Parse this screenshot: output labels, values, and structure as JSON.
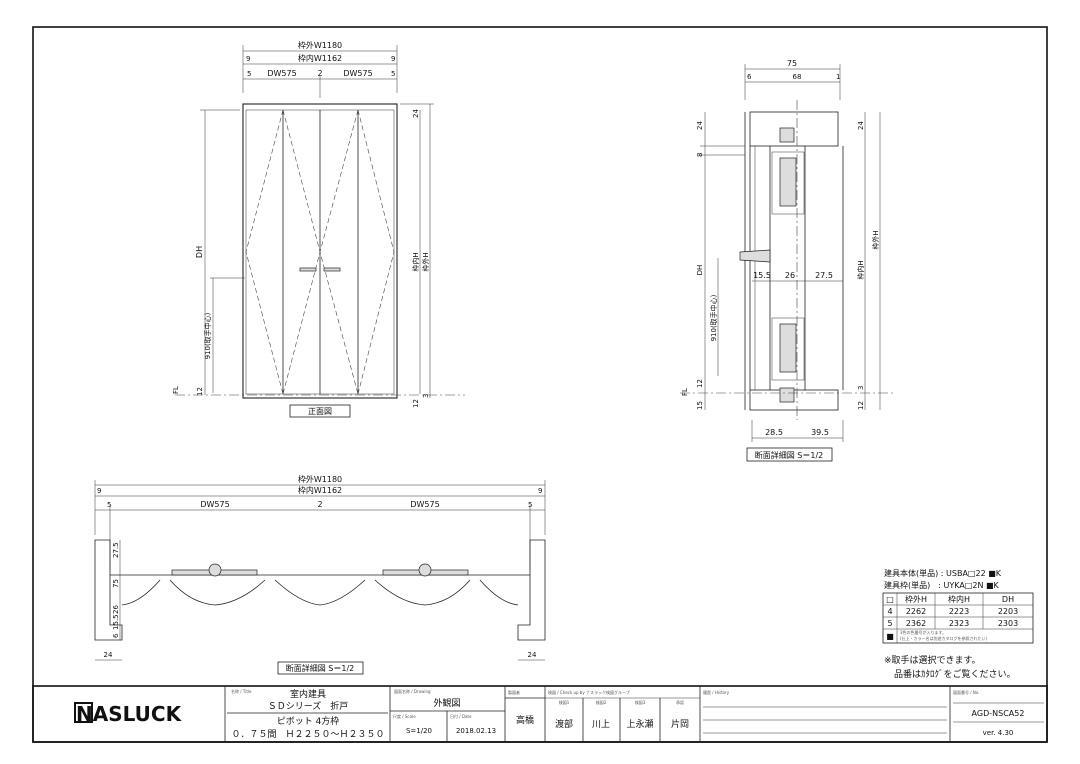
{
  "front_view": {
    "label": "正面図",
    "dim_outer_w": "枠外W1180",
    "dim_inner_w": "枠内W1162",
    "dim_side_9": "9",
    "dim_side_5": "5",
    "dim_dw": "DW575",
    "dim_center": "2",
    "dim_top_24": "24",
    "dim_dh": "DH",
    "dim_handle": "910(取手中心)",
    "dim_inner_h": "枠内H",
    "dim_outer_h": "枠外H",
    "dim_12": "12",
    "dim_3": "3",
    "fl": "FL"
  },
  "section_vertical": {
    "label": "断面詳細図 S＝1/2",
    "dim_75": "75",
    "dim_6": "6",
    "dim_68": "68",
    "dim_1": "1",
    "dim_24": "24",
    "dim_8": "8",
    "dim_15_5": "15.5",
    "dim_26": "26",
    "dim_27_5": "27.5",
    "dim_28_5": "28.5",
    "dim_39_5": "39.5",
    "dim_15": "15",
    "dim_12": "12",
    "dim_3": "3",
    "dim_dh": "DH",
    "dim_handle": "910(取手中心)",
    "dim_inner_h": "枠内H",
    "dim_outer_h": "枠外H",
    "fl": "FL"
  },
  "section_horizontal": {
    "label": "断面詳細図 S＝1/2",
    "dim_outer_w": "枠外W1180",
    "dim_inner_w": "枠内W1162",
    "dim_9": "9",
    "dim_5": "5",
    "dim_dw": "DW575",
    "dim_2": "2",
    "dim_27_5": "27.5",
    "dim_75": "75",
    "dim_26": "26",
    "dim_15_5": "15.5",
    "dim_6": "6",
    "dim_24": "24"
  },
  "spec": {
    "body_line": "建具本体(単品) : USBA□22 ■K",
    "frame_line": "建具枠(単品)　: UYKA□2N ■K",
    "headers": [
      "□",
      "枠外H",
      "枠内H",
      "DH"
    ],
    "rows": [
      [
        "4",
        "2262",
        "2223",
        "2203"
      ],
      [
        "5",
        "2362",
        "2323",
        "2303"
      ]
    ],
    "color_symbol": "■",
    "color_note_1": "3色の色番号が入ります。",
    "color_note_2": "(仕上・カラー名は別途カタログを参照されたい)",
    "note_1": "※取手は選択できます。",
    "note_2": "品番はｶﾀﾛｸﾞをご覧ください。"
  },
  "title_block": {
    "logo": "NASLUCK",
    "title_caption": "名称 / Title",
    "title_1": "室内建具",
    "title_2": "ＳＤシリーズ　折戸",
    "title_3": "ピボット 4方枠",
    "title_4": "０．７５間　Ｈ２２５０～Ｈ２３５０",
    "drawing_caption": "図面名称 / Drawing",
    "drawing_name": "外観図",
    "scale_caption": "尺度 / Scale",
    "scale": "S=1/20",
    "date_caption": "日付 / Date",
    "date": "2018.02.13",
    "drawn_caption": "製図者",
    "drawn_by": "高橋",
    "check_caption": "検図 / Check up by ナスラック検図グループ",
    "checkers": [
      {
        "role": "検図1",
        "name": "渡部"
      },
      {
        "role": "検図2",
        "name": "川上"
      },
      {
        "role": "検図3",
        "name": "上永瀬"
      },
      {
        "role": "承認",
        "name": "片岡"
      }
    ],
    "history_caption": "履歴 / History",
    "number_caption": "図面番号 / No.",
    "number": "AGD-NSCA52",
    "version": "ver. 4.30"
  }
}
